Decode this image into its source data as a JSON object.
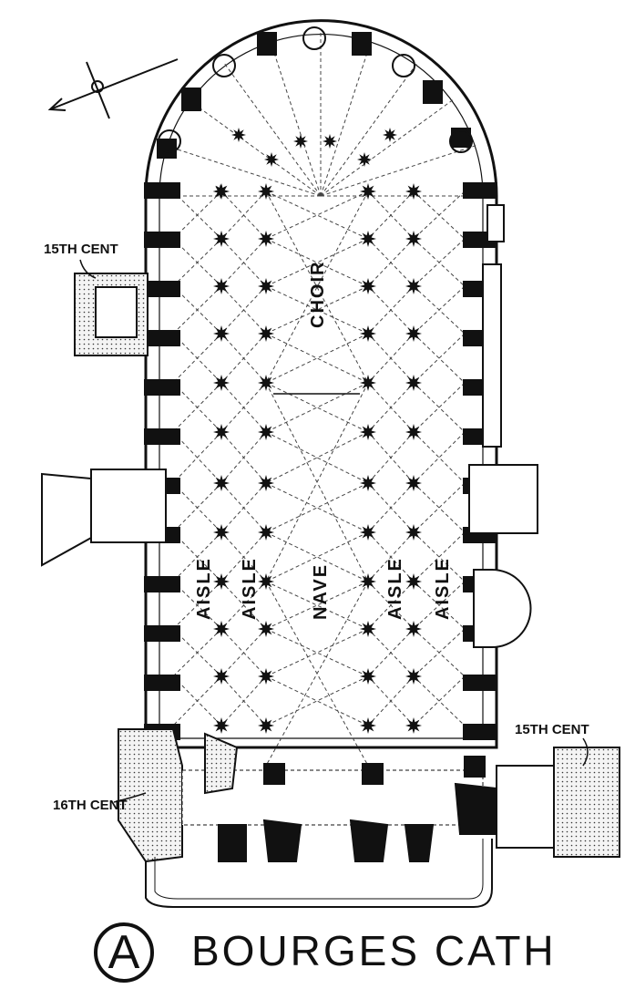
{
  "labels": {
    "choir": "CHOIR",
    "nave": "NAVE",
    "aisle_1": "AISLE",
    "aisle_2": "AISLE",
    "aisle_3": "AISLE",
    "aisle_4": "AISLE",
    "cent_15_left": "15TH CENT",
    "cent_15_right": "15TH CENT",
    "cent_16": "16TH CENT"
  },
  "caption": {
    "letter": "A",
    "title": "BOURGES CATH"
  },
  "icons": {
    "compass": "compass-arrow-icon"
  }
}
